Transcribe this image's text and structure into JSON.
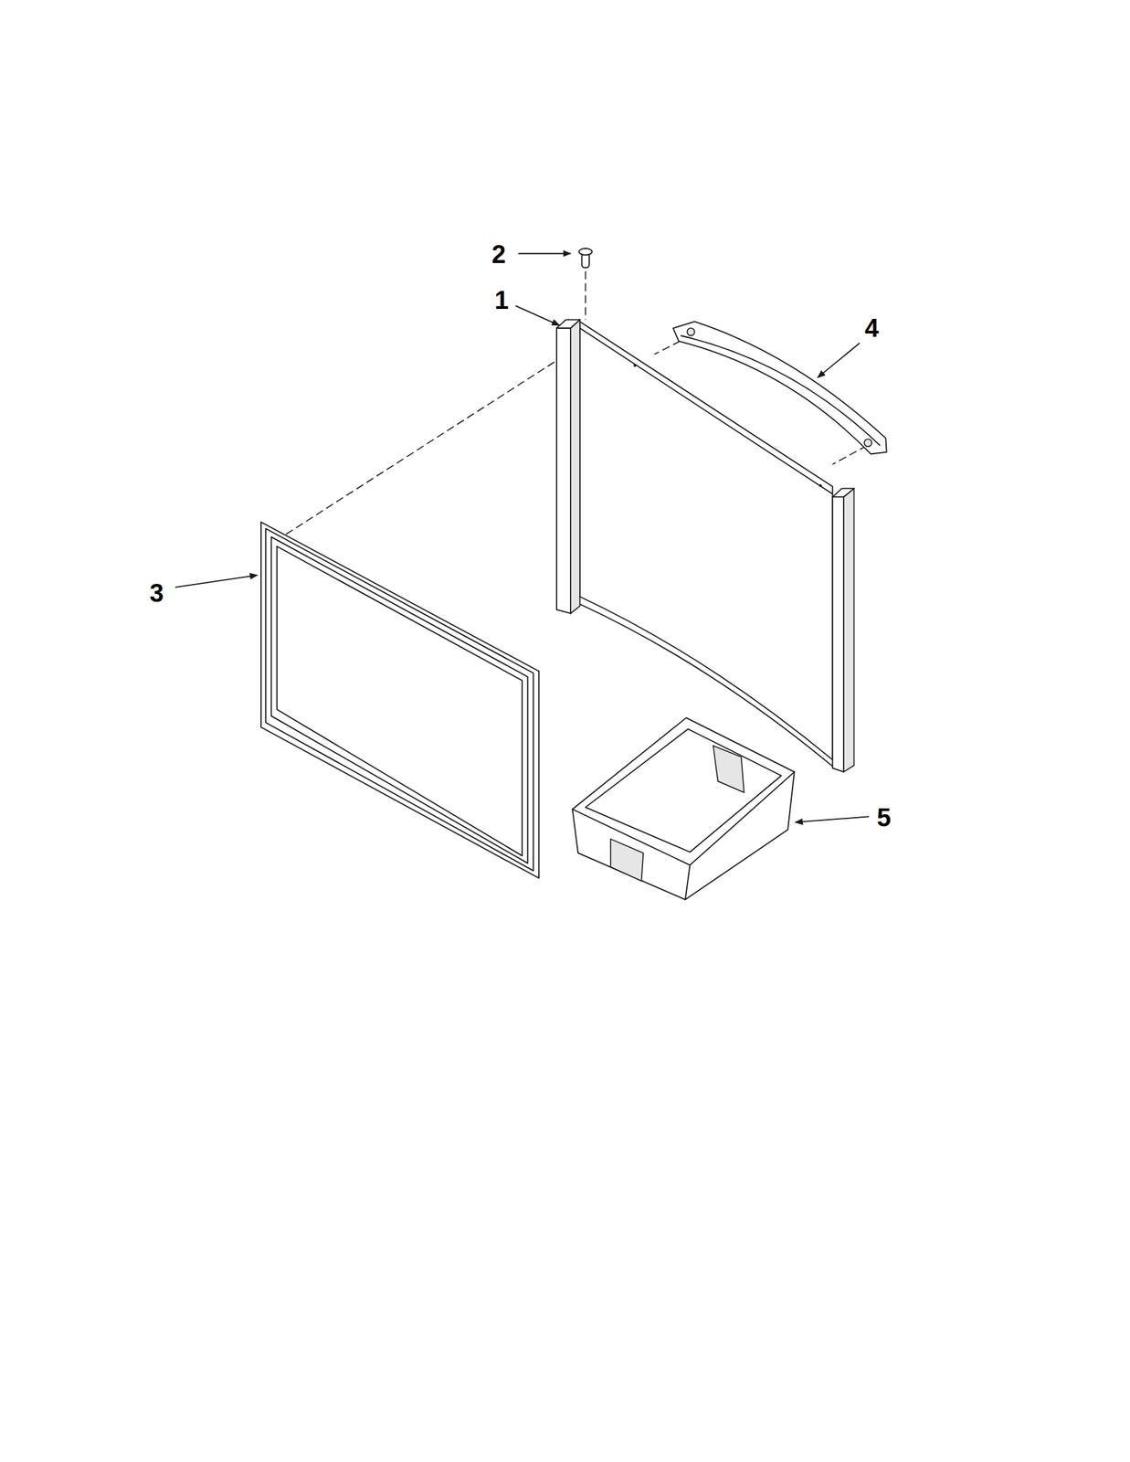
{
  "diagram": {
    "labels": [
      "2",
      "1",
      "4",
      "3",
      "5"
    ]
  }
}
